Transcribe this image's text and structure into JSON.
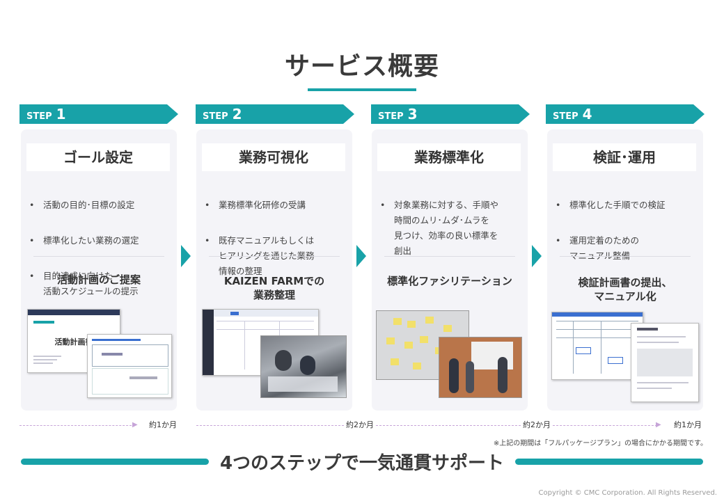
{
  "title": "サービス概要",
  "steps": [
    {
      "label": "STEP",
      "num": "1",
      "heading": "ゴール設定",
      "bullets": [
        "活動の目的･目標の設定",
        "標準化したい業務の選定",
        "目的達成に向けた\n活動スケジュールの提示"
      ],
      "deliverable": "活動計画のご提案"
    },
    {
      "label": "STEP",
      "num": "2",
      "heading": "業務可視化",
      "bullets": [
        "業務標準化研修の受講",
        "既存マニュアルもしくは\nヒアリングを通じた業務\n情報の整理"
      ],
      "deliverable": "KAIZEN FARMでの\n業務整理"
    },
    {
      "label": "STEP",
      "num": "3",
      "heading": "業務標準化",
      "bullets": [
        "対象業務に対する、手順や\n時間のムリ･ムダ･ムラを\n見つけ、効率の良い標準を\n創出"
      ],
      "deliverable": "標準化ファシリテーション"
    },
    {
      "label": "STEP",
      "num": "4",
      "heading": "検証･運用",
      "bullets": [
        "標準化した手順での検証",
        "運用定着のための\nマニュアル整備"
      ],
      "deliverable": "検証計画書の提出、\nマニュアル化"
    }
  ],
  "doc_title": "活動計画書",
  "timeline": [
    "約1か月",
    "約2か月",
    "約2か月",
    "約1か月"
  ],
  "note": "※上記の期間は「フルパッケージプラン」の場合にかかる期間です。",
  "bottom_text": "4つのステップで一気通貫サポート",
  "copyright": "Copyright © CMC Corporation. All Rights Reserved.",
  "colors": {
    "accent": "#18a2a8",
    "card": "#f4f4f8",
    "dash": "#c6a4d8"
  }
}
